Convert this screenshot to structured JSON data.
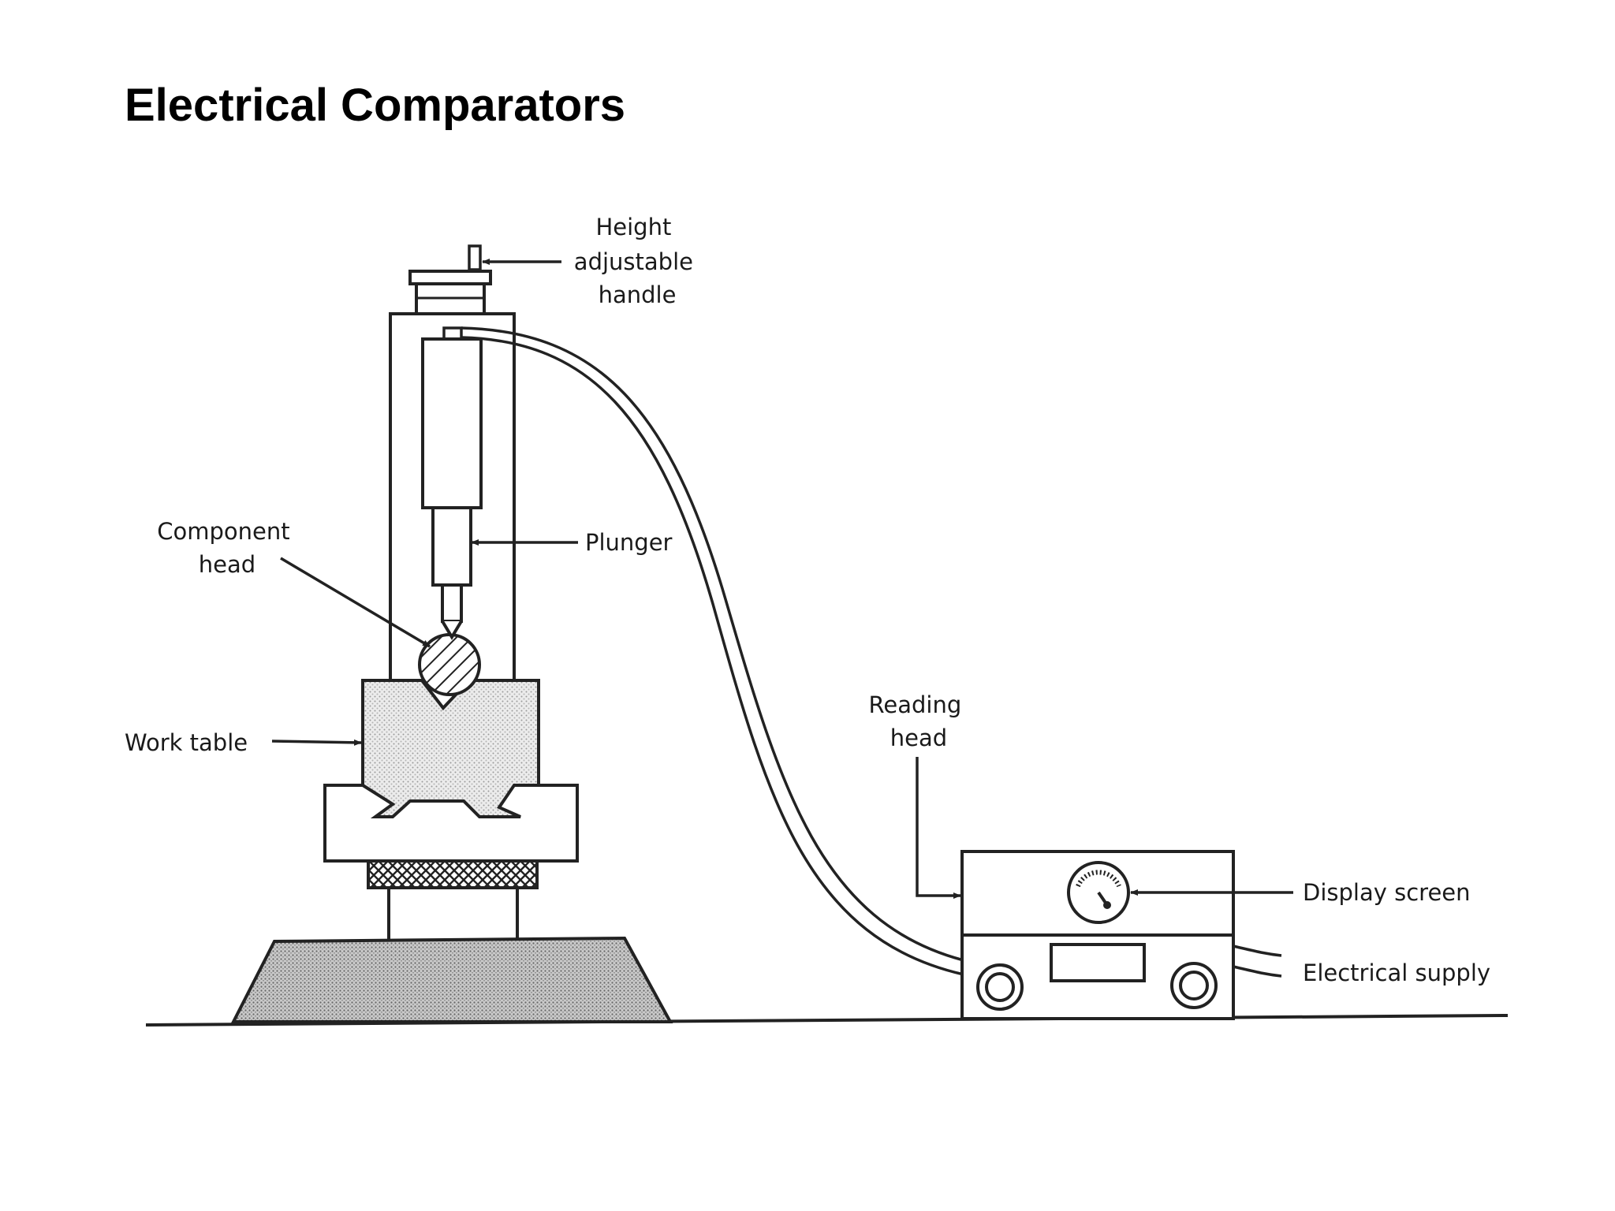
{
  "slide": {
    "title": "Electrical Comparators"
  },
  "diagram": {
    "labels": {
      "height_handle": [
        "Height",
        "adjustable",
        "handle"
      ],
      "component_head": [
        "Component",
        "head"
      ],
      "plunger": "Plunger",
      "work_table": "Work table",
      "reading_head": [
        "Reading",
        "head"
      ],
      "display_screen": "Display screen",
      "electrical_supply": "Electrical supply"
    }
  }
}
